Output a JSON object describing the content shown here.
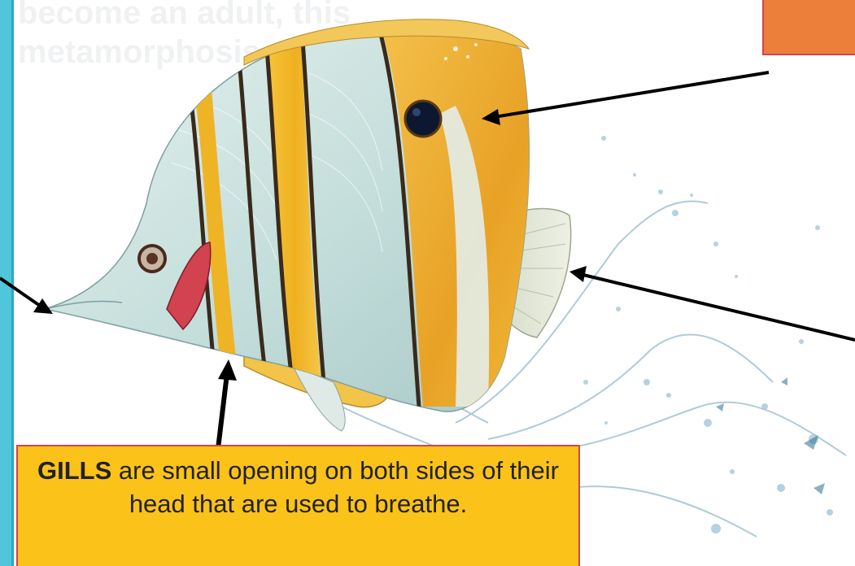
{
  "background_text": {
    "line1": "become an adult, this",
    "line2": "metamorphosis"
  },
  "gills_callout": {
    "term": "GILLS",
    "description": " are small opening on both sides of their head that are used to breathe."
  },
  "colors": {
    "border_teal": "#4fc6d9",
    "orange_box": "#ec7f3a",
    "callout_yellow": "#fbc21a",
    "callout_border": "#d3434f",
    "fish_yellow": "#f1b627",
    "fish_silver": "#cfe3e1",
    "stripe_dark": "#3a2a1c",
    "arrow": "#000000"
  },
  "icons": [
    "fish-illustration",
    "water-splash",
    "arrow"
  ]
}
